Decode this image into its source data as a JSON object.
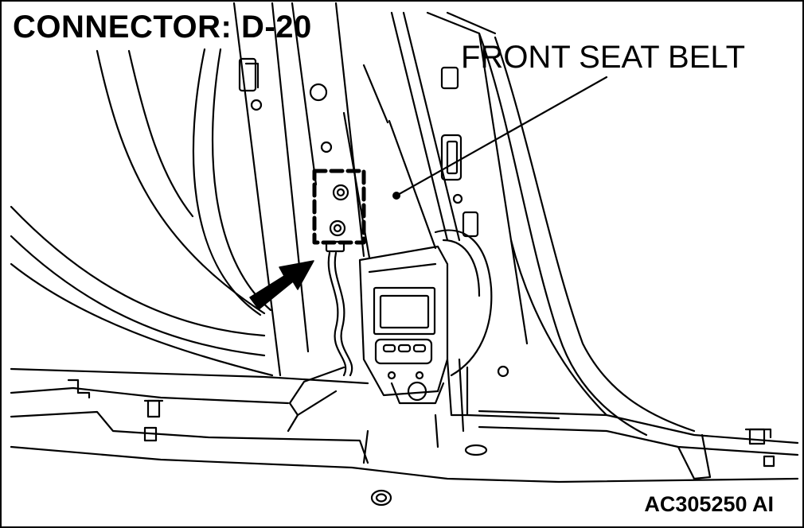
{
  "title": "CONNECTOR: D-20",
  "callout_label": "FRONT SEAT BELT",
  "figure_code": "AC305250 AI",
  "colors": {
    "line": "#000000",
    "background": "#ffffff"
  }
}
